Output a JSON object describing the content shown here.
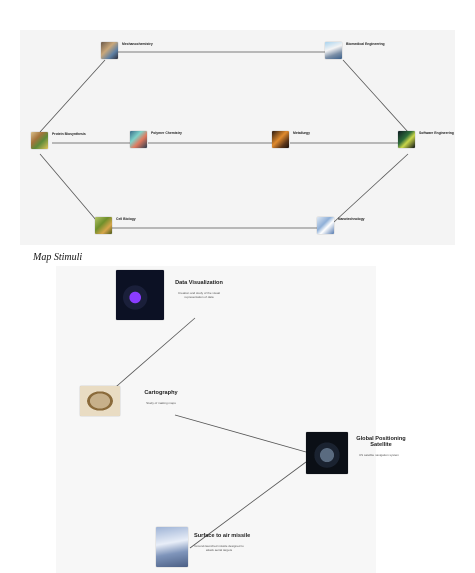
{
  "top_map": {
    "nodes": {
      "mechanochemistry": {
        "title": "Mechanochemistry",
        "desc": "",
        "thumb": "mechanochemistry-image"
      },
      "biomedical": {
        "title": "Biomedical Engineering",
        "desc": "",
        "thumb": "biomedical-engineering-image"
      },
      "food": {
        "title": "Protein Biosynthesis",
        "desc": "",
        "thumb": "protein-biosynthesis-image"
      },
      "polymer": {
        "title": "Polymer Chemistry",
        "desc": "",
        "thumb": "polymer-chemistry-image"
      },
      "metallurgy": {
        "title": "Metallurgy",
        "desc": "",
        "thumb": "metallurgy-image"
      },
      "software": {
        "title": "Software Engineering",
        "desc": "",
        "thumb": "software-engineering-image"
      },
      "cellbiology": {
        "title": "Cell Biology",
        "desc": "",
        "thumb": "cell-biology-image"
      },
      "nanotech": {
        "title": "Nanotechnology",
        "desc": "",
        "thumb": "nanotechnology-image"
      }
    }
  },
  "caption": "Map Stimuli",
  "bottom_map": {
    "nodes": {
      "dataviz": {
        "title": "Data Visualization",
        "desc": "Creation and study of the visual representation of data",
        "thumb": "data-visualization-image"
      },
      "cartography": {
        "title": "Cartography",
        "desc": "Study of making maps",
        "thumb": "cartography-image"
      },
      "gps": {
        "title": "Global Positioning Satellite",
        "desc": "US satellite navigation system",
        "thumb": "gps-satellite-image"
      },
      "sam": {
        "title": "Surface to air missile",
        "desc": "Ground-launched missile designed to attack aerial targets",
        "thumb": "surface-to-air-missile-image"
      }
    }
  }
}
